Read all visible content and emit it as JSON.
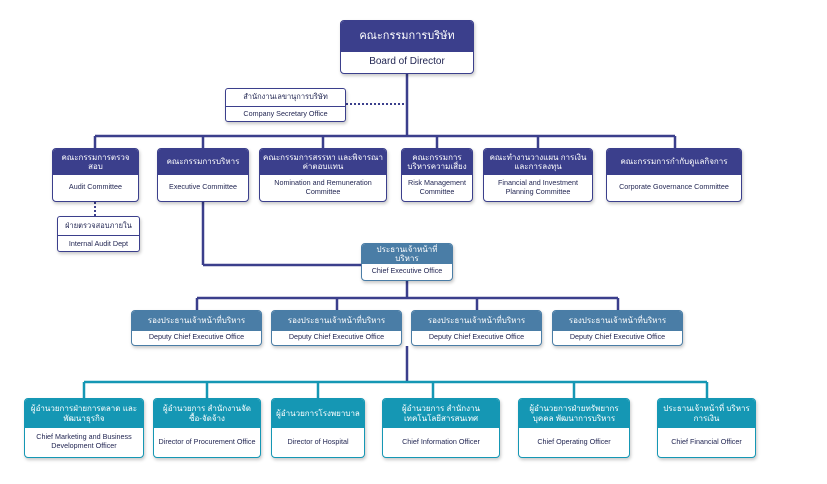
{
  "board": {
    "th": "คณะกรรมการบริษัท",
    "en": "Board of Director"
  },
  "secretary": {
    "th": "สำนักงานเลขานุการบริษัท",
    "en": "Company Secretary Office"
  },
  "committees": [
    {
      "th": "คณะกรรมการตรวจสอบ",
      "en": "Audit Committee"
    },
    {
      "th": "คณะกรรมการบริหาร",
      "en": "Executive Committee"
    },
    {
      "th": "คณะกรรมการสรรหา และพิจารณาค่าตอบแทน",
      "en": "Nomination and Remuneration Committee"
    },
    {
      "th": "คณะกรรมการ บริหารความเสี่ยง",
      "en": "Risk Management Committee"
    },
    {
      "th": "คณะทำงานวางแผน การเงินและการลงทุน",
      "en": "Financial and Investment Planning Committee"
    },
    {
      "th": "คณะกรรมการกำกับดูแลกิจการ",
      "en": "Corporate Governance Committee"
    }
  ],
  "internal_audit": {
    "th": "ฝ่ายตรวจสอบภายใน",
    "en": "Internal Audit Dept"
  },
  "ceo": {
    "th": "ประธานเจ้าหน้าที่บริหาร",
    "en": "Chief Executive Office"
  },
  "deputies": [
    {
      "th": "รองประธานเจ้าหน้าที่บริหาร",
      "en": "Deputy Chief Executive Office"
    },
    {
      "th": "รองประธานเจ้าหน้าที่บริหาร",
      "en": "Deputy Chief Executive Office"
    },
    {
      "th": "รองประธานเจ้าหน้าที่บริหาร",
      "en": "Deputy Chief Executive Office"
    },
    {
      "th": "รองประธานเจ้าหน้าที่บริหาร",
      "en": "Deputy Chief Executive Office"
    }
  ],
  "officers": [
    {
      "th": "ผู้อำนวยการฝ่ายการตลาด และพัฒนาธุรกิจ",
      "en": "Chief Marketing and Business Development Officer"
    },
    {
      "th": "ผู้อำนวยการ สำนักงานจัดซื้อ-จัดจ้าง",
      "en": "Director of Procurement Office"
    },
    {
      "th": "ผู้อำนวยการโรงพยาบาล",
      "en": "Director of Hospital"
    },
    {
      "th": "ผู้อำนวยการ สำนักงานเทคโนโลยีสารสนเทศ",
      "en": "Chief Information Officer"
    },
    {
      "th": "ผู้อำนวยการฝ่ายทรัพยากรบุคคล พัฒนาการบริหาร",
      "en": "Chief Operating Officer"
    },
    {
      "th": "ประธานเจ้าหน้าที่ บริหารการเงิน",
      "en": "Chief Financial Officer"
    }
  ],
  "colors": {
    "navy": "#3b3f8c",
    "steel": "#4a7da6",
    "teal": "#1597b4"
  }
}
